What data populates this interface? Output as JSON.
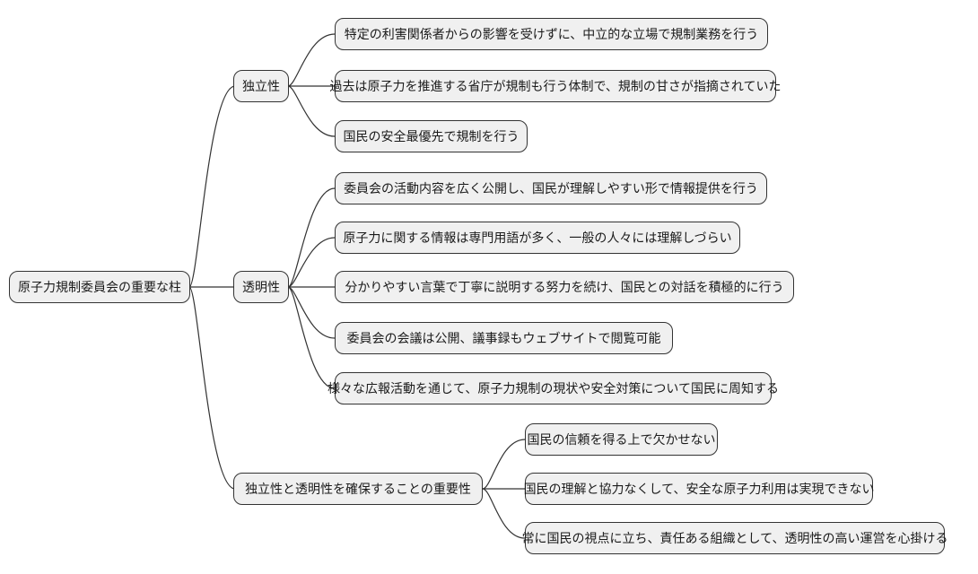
{
  "diagram": {
    "type": "mindmap",
    "root": {
      "label": "原子力規制委員会の重要な柱"
    },
    "branches": [
      {
        "label": "独立性",
        "children": [
          {
            "label": "特定の利害関係者からの影響を受けずに、中立的な立場で規制業務を行う"
          },
          {
            "label": "過去は原子力を推進する省庁が規制も行う体制で、規制の甘さが指摘されていた"
          },
          {
            "label": "国民の安全最優先で規制を行う"
          }
        ]
      },
      {
        "label": "透明性",
        "children": [
          {
            "label": "委員会の活動内容を広く公開し、国民が理解しやすい形で情報提供を行う"
          },
          {
            "label": "原子力に関する情報は専門用語が多く、一般の人々には理解しづらい"
          },
          {
            "label": "分かりやすい言葉で丁寧に説明する努力を続け、国民との対話を積極的に行う"
          },
          {
            "label": "委員会の会議は公開、議事録もウェブサイトで閲覧可能"
          },
          {
            "label": "様々な広報活動を通じて、原子力規制の現状や安全対策について国民に周知する"
          }
        ]
      },
      {
        "label": "独立性と透明性を確保することの重要性",
        "children": [
          {
            "label": "国民の信頼を得る上で欠かせない"
          },
          {
            "label": "国民の理解と協力なくして、安全な原子力利用は実現できない"
          },
          {
            "label": "常に国民の視点に立ち、責任ある組織として、透明性の高い運営を心掛ける"
          }
        ]
      }
    ],
    "colors": {
      "background": "#ffffff",
      "node_fill": "#f0f0f0",
      "node_border": "#333333",
      "edge": "#333333",
      "text": "#1a1a1a"
    }
  }
}
